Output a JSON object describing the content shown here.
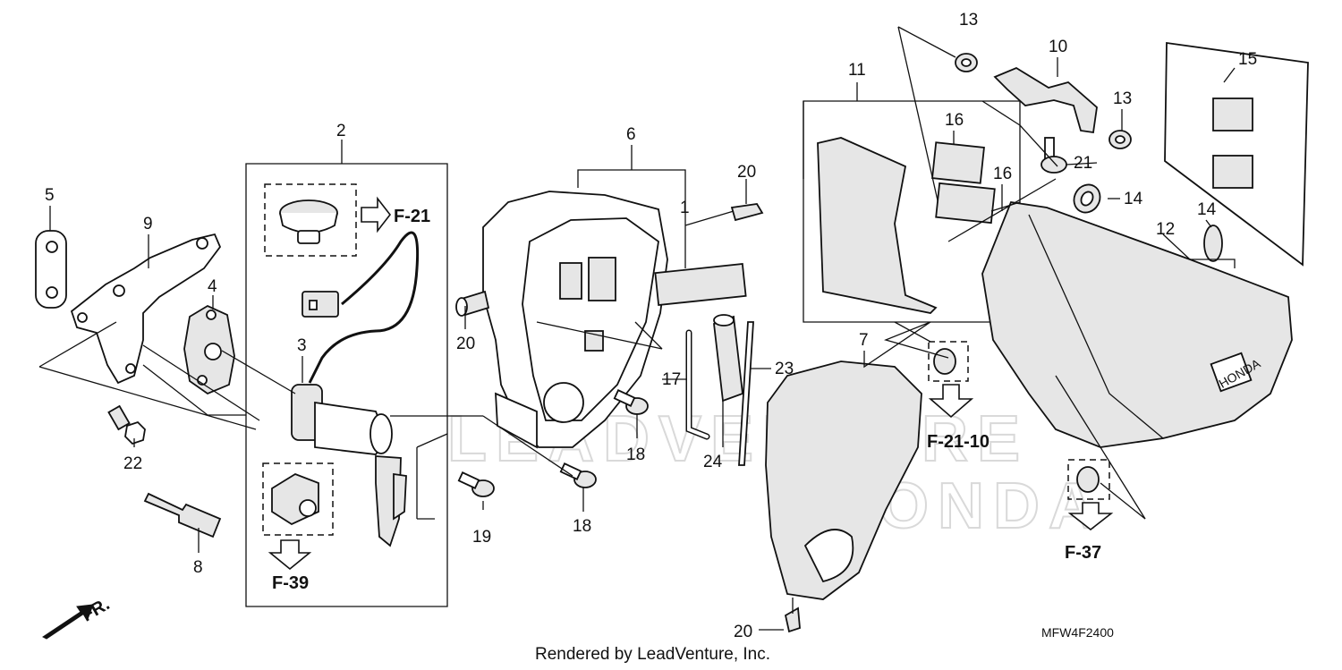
{
  "callouts": {
    "c1": "1",
    "c2": "2",
    "c3": "3",
    "c4": "4",
    "c5": "5",
    "c6": "6",
    "c7": "7",
    "c8": "8",
    "c9": "9",
    "c10": "10",
    "c11": "11",
    "c12": "12",
    "c13a": "13",
    "c13b": "13",
    "c14a": "14",
    "c14b": "14",
    "c15": "15",
    "c16a": "16",
    "c16b": "16",
    "c17": "17",
    "c18a": "18",
    "c18b": "18",
    "c19": "19",
    "c20a": "20",
    "c20b": "20",
    "c20c": "20",
    "c21": "21",
    "c22": "22",
    "c23": "23",
    "c24": "24"
  },
  "references": {
    "f21": "F-21",
    "f39": "F-39",
    "f2110": "F-21-10",
    "f37": "F-37"
  },
  "direction_label": "FR.",
  "diagram_code": "MFW4F2400",
  "footer": "Rendered by LeadVenture, Inc.",
  "watermark": {
    "top": "LEADVENTURE",
    "bottom": "HONDA"
  },
  "emblem_text": "HONDA"
}
